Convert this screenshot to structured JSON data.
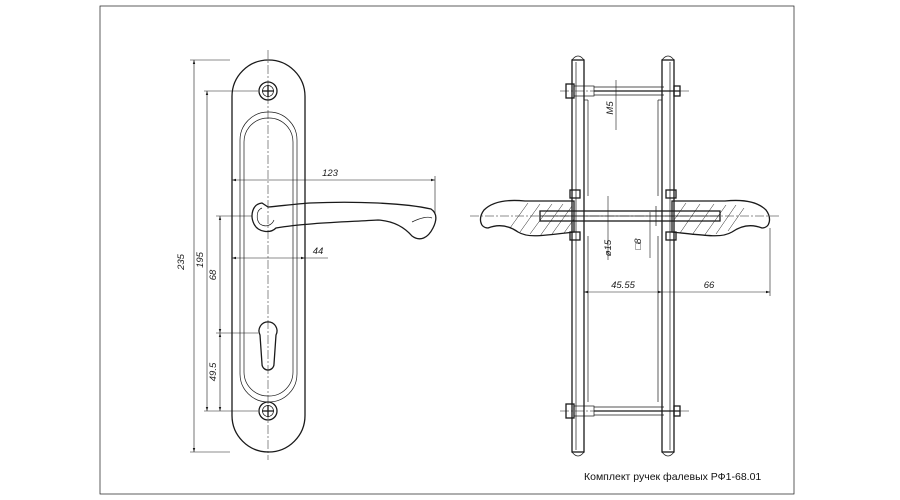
{
  "caption": "Комплект ручек фалевых РФ1-68.01",
  "dims": {
    "total_height": "235",
    "screw_distance": "195",
    "handle_to_key": "68",
    "key_to_screw": "49.5",
    "lever_length": "123",
    "lever_offset": "44",
    "screw_size": "M5",
    "spindle_diameter": "ø15",
    "spindle_square": "□8",
    "left_projection": "45.55",
    "right_projection": "66"
  }
}
